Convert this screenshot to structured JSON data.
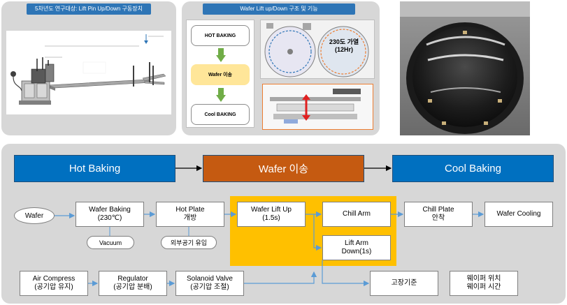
{
  "top_left": {
    "title": "5차년도 연구대상: Lift Pin Up/Down 구동장치"
  },
  "top_middle": {
    "title": "Wafer Lift up/Down 구조 및 기능",
    "steps": [
      "HOT BAKING",
      "Wafer 이송",
      "Cool BAKING"
    ],
    "photo_label": "230도 가열\n(12Hr)"
  },
  "stages": [
    "Hot Baking",
    "Wafer 이송",
    "Cool Baking"
  ],
  "flow": {
    "wafer": "Wafer",
    "wafer_baking": "Wafer Baking\n(230℃)",
    "vacuum": "Vacuum",
    "hot_plate": "Hot Plate\n개방",
    "outside_air": "외부공기 유입",
    "wafer_lift_up": "Wafer Lift Up\n(1.5s)",
    "chill_arm": "Chill Arm",
    "lift_arm_down": "Lift Arm\nDown(1s)",
    "chill_plate": "Chill Plate\n안착",
    "wafer_cooling": "Wafer Cooling",
    "air_compress": "Air Compress\n(공기압 유지)",
    "regulator": "Regulator\n(공기압 분배)",
    "solenoid_valve": "Solanoid Valve\n(공기압 조절)",
    "fault_criteria": "고장기준",
    "wafer_position_time": "웨이퍼 위치\n웨이퍼 시간"
  },
  "colors": {
    "stage_blue": "#0070c0",
    "stage_orange": "#c55a11",
    "highlight_yellow": "#ffc000",
    "panel_gray": "#d7d7d7",
    "title_blue": "#2e75b6",
    "flow_arrow": "#5b9bd5",
    "green_arrow": "#70ad47",
    "transfer_box": "#ffe699"
  }
}
